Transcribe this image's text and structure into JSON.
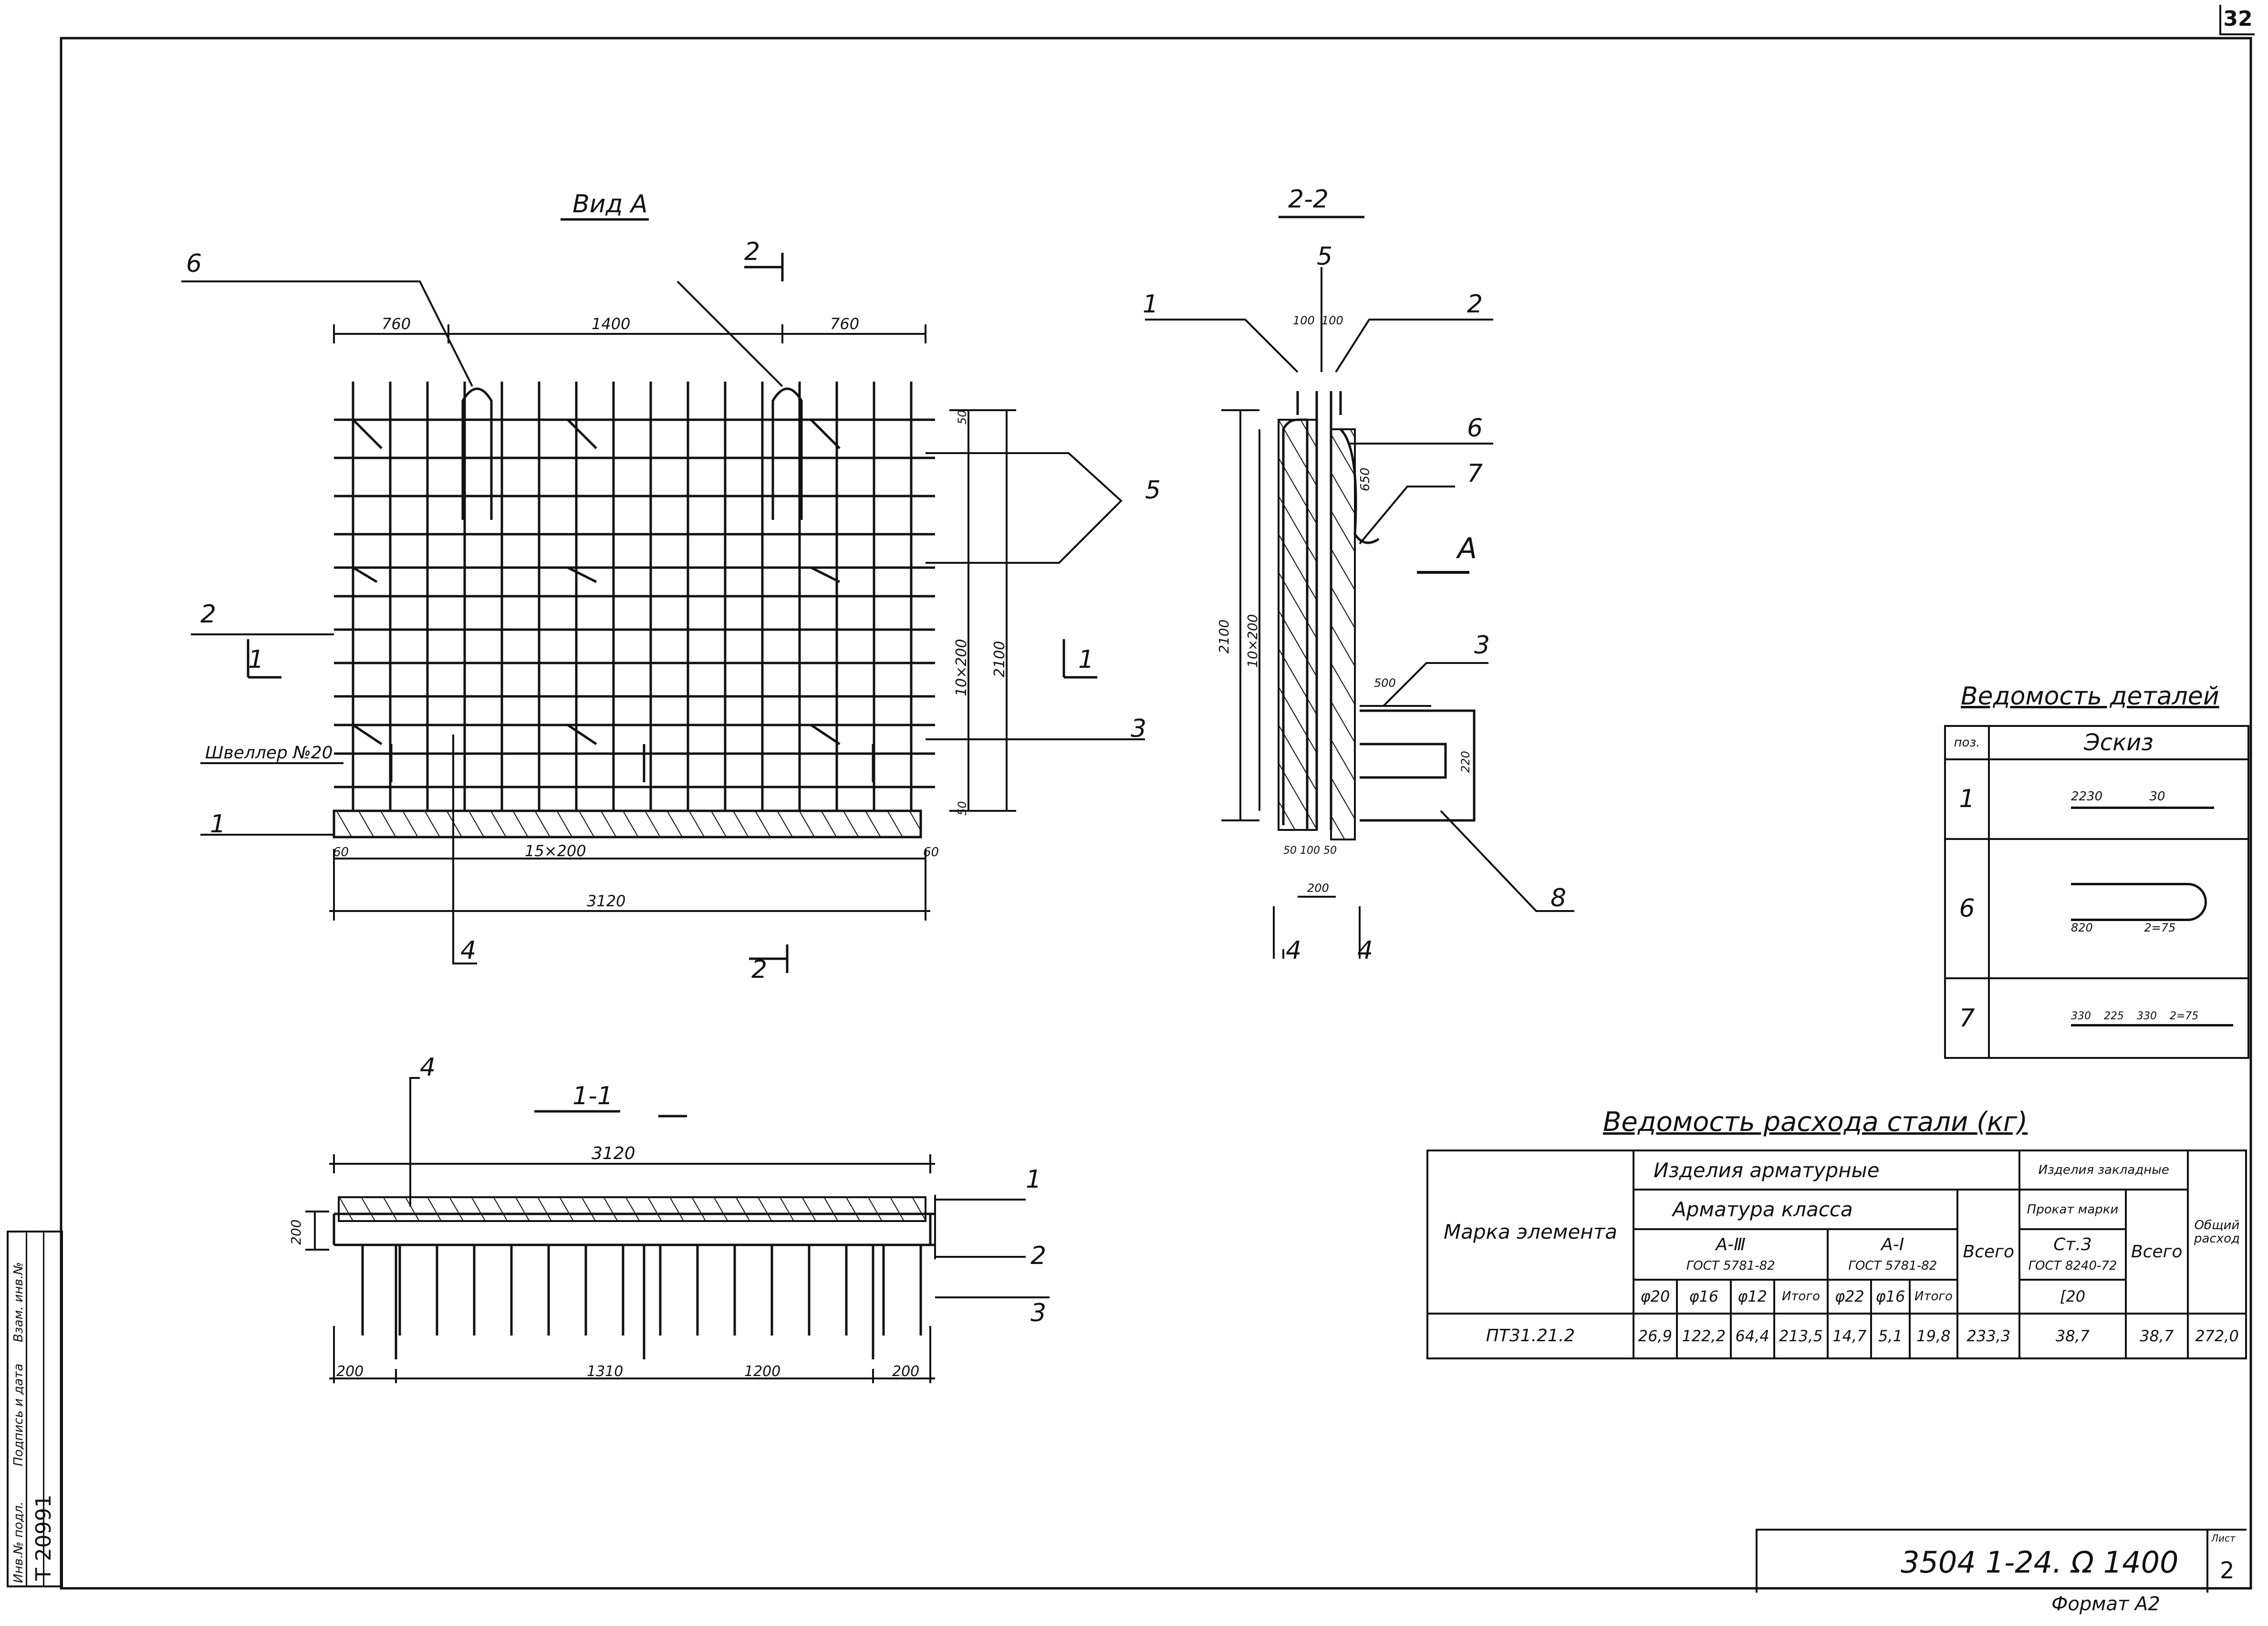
{
  "page": {
    "sheet_number": "32",
    "format": "Формат А2"
  },
  "views": {
    "view_a": "Вид А",
    "section_2_2": "2-2",
    "section_1_1": "1-1",
    "view_a_marker": "А"
  },
  "view_a_labels": {
    "channel": "Швеллер №20",
    "dim_760_left": "760",
    "dim_1400": "1400",
    "dim_760_right": "760",
    "dim_15x200": "15×200",
    "dim_3120": "3120",
    "dim_60_left": "60",
    "dim_60_right": "60",
    "dim_10x200": "10×200",
    "dim_2100": "2100",
    "dim_50_top": "50",
    "dim_50_bottom": "50"
  },
  "section22_labels": {
    "dim_100a": "100",
    "dim_100b": "100",
    "dim_2100": "2100",
    "dim_10x200": "10×200",
    "dim_650": "650",
    "dim_500": "500",
    "dim_220": "220",
    "dim_200": "200",
    "dim_bottom": "50 100 50"
  },
  "section11_labels": {
    "dim_3120": "3120",
    "dim_200_h": "200",
    "dim_200_left": "200",
    "dim_1310": "1310",
    "dim_1200": "1200",
    "dim_200_right": "200"
  },
  "callouts": [
    "1",
    "2",
    "3",
    "4",
    "5",
    "6",
    "7",
    "8"
  ],
  "details_table": {
    "title": "Ведомость деталей",
    "col_pos": "поз.",
    "col_sketch": "Эскиз",
    "rows": [
      {
        "pos": "1",
        "dims": [
          "2230",
          "30"
        ]
      },
      {
        "pos": "6",
        "dims": [
          "820",
          "2=75"
        ]
      },
      {
        "pos": "7",
        "dims": [
          "330",
          "225",
          "330",
          "2=75"
        ]
      }
    ]
  },
  "steel_table": {
    "title": "Ведомость расхода стали (кг)",
    "col_mark": "Марка элемента",
    "group_reinf": "Изделия арматурные",
    "group_class": "Арматура класса",
    "class_a3": "А-Ⅲ",
    "gost_a3": "ГОСТ 5781-82",
    "class_a1": "А-Ⅰ",
    "gost_a1": "ГОСТ 5781-82",
    "col_total": "Всего",
    "group_embedded": "Изделия закладные",
    "profile": "Прокат марки",
    "steel": "Ст.3",
    "gost_steel": "ГОСТ 8240-72",
    "profile_size": "[20",
    "col_total2": "Всего",
    "col_overall": "Общий расход",
    "diam_a3": [
      "φ20",
      "φ16",
      "φ12",
      "Итого"
    ],
    "diam_a1": [
      "φ22",
      "φ16",
      "Итого"
    ],
    "row": {
      "mark": "ПТ31.21.2",
      "values": [
        "26,9",
        "122,2",
        "64,4",
        "213,5",
        "14,7",
        "5,1",
        "19,8",
        "233,3",
        "38,7",
        "38,7",
        "272,0"
      ]
    }
  },
  "stamp": {
    "code": "3504 1-24. Ω 1400",
    "sheet_label": "Лист",
    "sheet": "2"
  },
  "side_stamp": {
    "inv": "Т 20991",
    "labels": [
      "Инв.№ подл.",
      "Подпись и дата",
      "Взам. инв.№"
    ]
  }
}
